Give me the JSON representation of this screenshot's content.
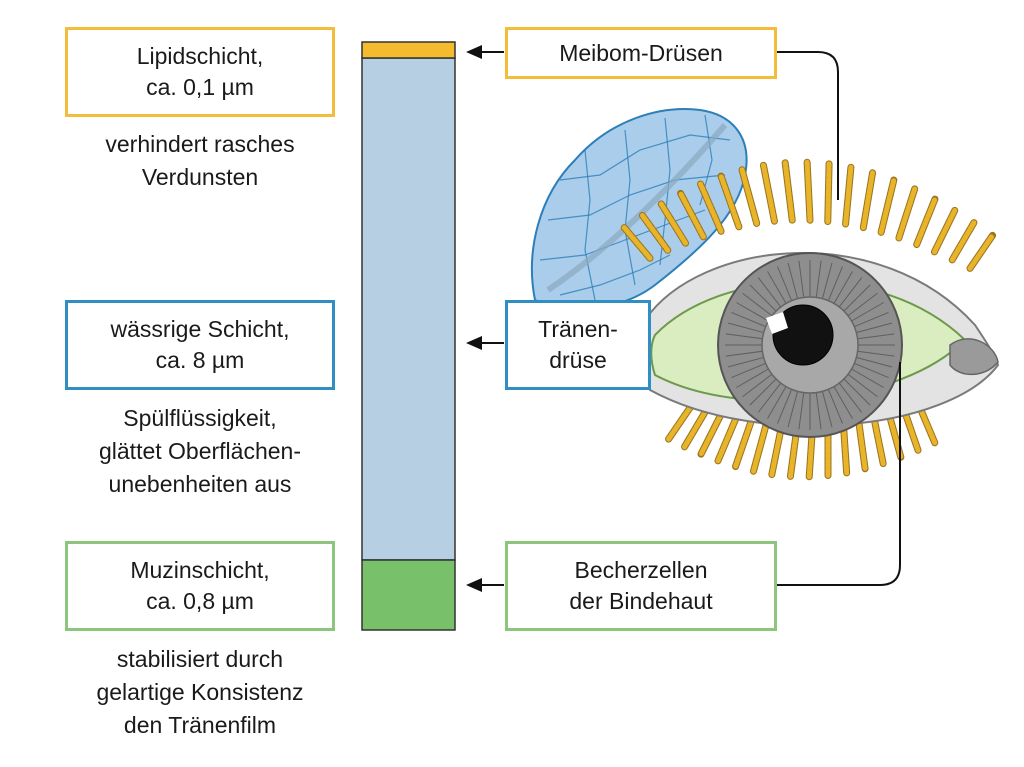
{
  "colors": {
    "lipid": "#f5bb2e",
    "aqueous": "#b7cfe3",
    "mucin": "#78c16a",
    "border_lipid": "#f3bc3a",
    "border_aqueous": "#2f8fc4",
    "border_mucin": "#8dc57d",
    "lacrimal_fill": "#a9cdea",
    "lacrimal_stroke": "#2c7fb8",
    "sclera": "#d9edc0",
    "iris": "#8e8e8e",
    "lash": "#e8b52a"
  },
  "layers": [
    {
      "id": "lipid",
      "title_lines": [
        "Lipidschicht,",
        "ca. 0,1 µm"
      ],
      "desc_lines": [
        "verhindert rasches",
        "Verdunsten"
      ]
    },
    {
      "id": "aqueous",
      "title_lines": [
        "wässrige Schicht,",
        "ca. 8 µm"
      ],
      "desc_lines": [
        "Spülflüssigkeit,",
        "glättet Oberflächen-",
        "unebenheiten aus"
      ]
    },
    {
      "id": "mucin",
      "title_lines": [
        "Muzinschicht,",
        "ca. 0,8 µm"
      ],
      "desc_lines": [
        "stabilisiert durch",
        "gelartige Konsistenz",
        "den Tränenfilm"
      ]
    }
  ],
  "sources": [
    {
      "id": "meibom",
      "lines": [
        "Meibom-Drüsen"
      ]
    },
    {
      "id": "lacrimal",
      "lines": [
        "Tränen-",
        "drüse"
      ]
    },
    {
      "id": "goblet",
      "lines": [
        "Becherzellen",
        "der Bindehaut"
      ]
    }
  ]
}
